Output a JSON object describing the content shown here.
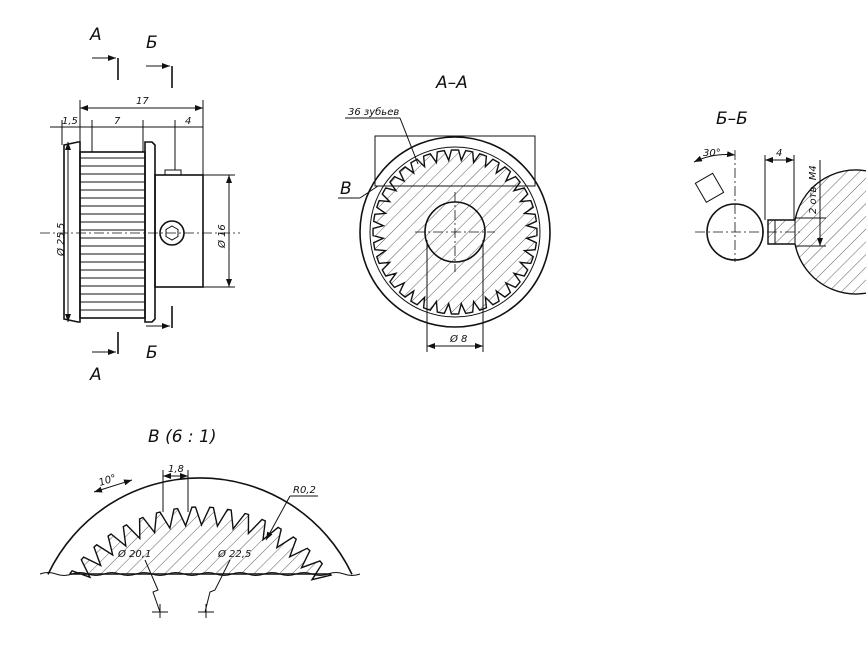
{
  "side_view": {
    "section_a_top": "А",
    "section_b_top": "Б",
    "section_a_bottom": "А",
    "section_b_bottom": "Б",
    "dim_overall_width": "17",
    "dim_flange": "1,5",
    "dim_teeth_width": "7",
    "dim_screw_offset": "4",
    "dim_outer_diameter": "Ø 25,5",
    "dim_hub_diameter": "Ø 16"
  },
  "section_aa": {
    "title": "А–А",
    "teeth_count": "36 зубьев",
    "detail_marker": "В",
    "dim_bore": "Ø 8"
  },
  "section_bb": {
    "title": "Б–Б",
    "dim_angle": "30°",
    "dim_offset": "4",
    "holes_note": "2 отв. М4"
  },
  "detail_v": {
    "title": "В (6 : 1)",
    "dim_angle": "10°",
    "dim_pitch": "1,8",
    "dim_radius": "R0,2",
    "dim_root_diameter": "Ø 20,1",
    "dim_tip_diameter": "Ø 22,5",
    "teeth_count": 36
  }
}
